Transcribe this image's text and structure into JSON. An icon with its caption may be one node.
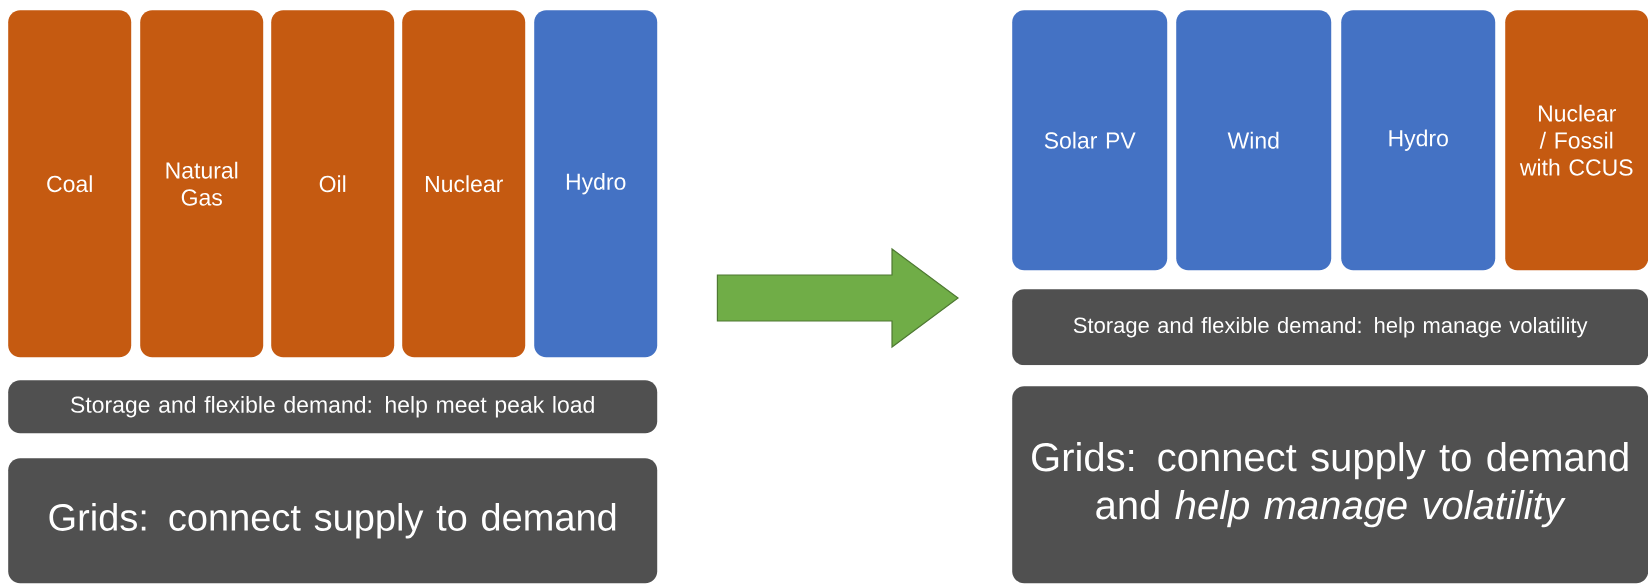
{
  "diagram": {
    "nodes": [
      {
        "text": [
          "Coal"
        ]
      },
      {
        "text": [
          "Natural Gas"
        ]
      },
      {
        "text": [
          "Oil"
        ]
      },
      {
        "text": [
          "Nuclear"
        ]
      },
      {
        "text": [
          "Hydro"
        ]
      },
      {
        "text": [
          "Storage and flexible demand: help meet peak load"
        ]
      },
      {
        "text": [
          "Grids: connect supply to demand"
        ]
      },
      {
        "text": [
          "Solar PV"
        ]
      },
      {
        "text": [
          "Wind"
        ]
      },
      {
        "text": [
          "Hydro"
        ]
      },
      {
        "text": [
          "Nuclear / Fossil with CCUS"
        ]
      },
      {
        "text": [
          "Storage and flexible demand: help manage volatility"
        ]
      },
      {
        "text": [
          "Grids: connect supply to demand and *help manage volatility*"
        ]
      }
    ],
    "edges": [
      {
        "from": 4,
        "to": 7,
        "arrow": "to",
        "color": "#70ad47"
      }
    ]
  }
}
